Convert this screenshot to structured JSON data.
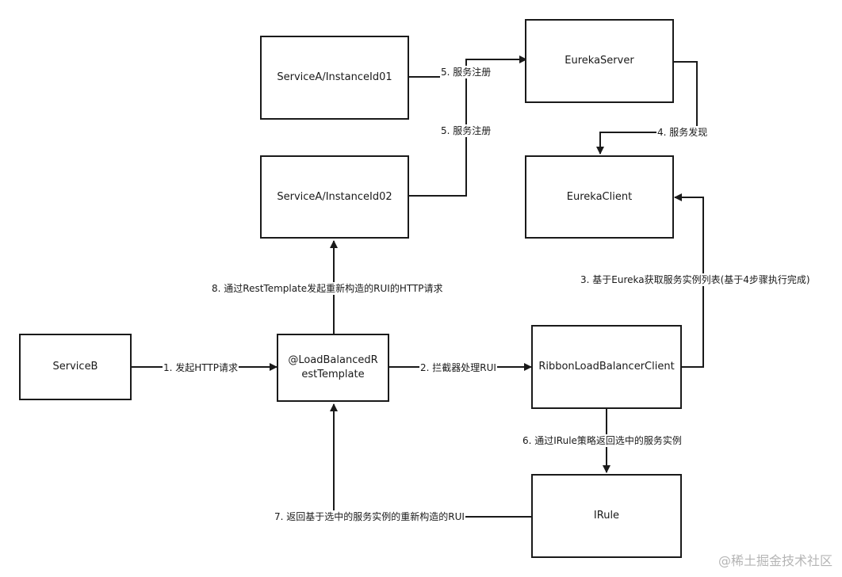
{
  "nodes": {
    "service_a_instance01": "ServiceA/InstanceId01",
    "eureka_server": "EurekaServer",
    "service_a_instance02": "ServiceA/InstanceId02",
    "eureka_client": "EurekaClient",
    "service_b": "ServiceB",
    "load_balanced_rest_template": "@LoadBalancedRestTemplate",
    "ribbon_load_balancer_client": "RibbonLoadBalancerClient",
    "irule": "IRule"
  },
  "edges": {
    "step1": "1. 发起HTTP请求",
    "step2": "2. 拦截器处理RUI",
    "step3": "3. 基于Eureka获取服务实例列表(基于4步骤执行完成)",
    "step4": "4. 服务发现",
    "step5_instance01": "5. 服务注册",
    "step5_instance02": "5. 服务注册",
    "step6": "6. 通过IRule策略返回选中的服务实例",
    "step7": "7. 返回基于选中的服务实例的重新构造的RUI",
    "step8": "8. 通过RestTemplate发起重新构造的RUI的HTTP请求"
  },
  "watermark": "@稀土掘金技术社区"
}
